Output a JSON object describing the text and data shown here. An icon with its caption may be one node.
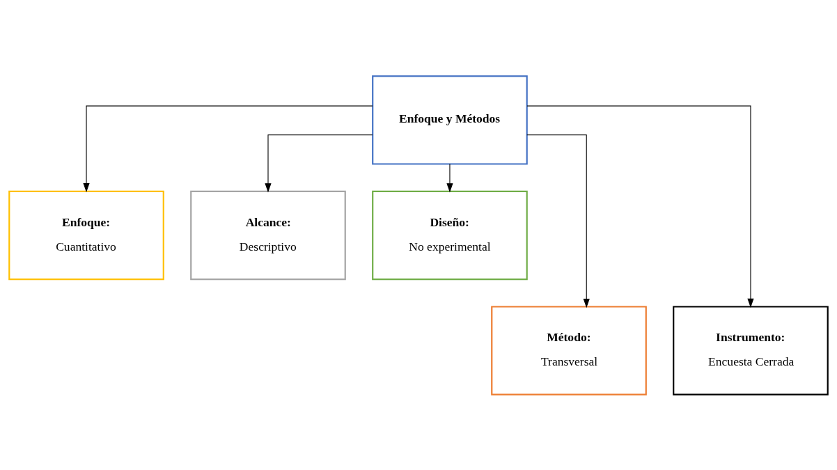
{
  "diagram": {
    "nodes": [
      {
        "text": [
          "Enfoque y Métodos"
        ]
      },
      {
        "text": [
          "Enfoque:",
          "Cuantitativo"
        ]
      },
      {
        "text": [
          "Alcance:",
          "Descriptivo"
        ]
      },
      {
        "text": [
          "Diseño:",
          "No experimental"
        ]
      },
      {
        "text": [
          "Método:",
          "Transversal"
        ]
      },
      {
        "text": [
          "Instrumento:",
          "Encuesta Cerrada"
        ]
      }
    ],
    "edges": [
      {
        "from": 0,
        "to": 1,
        "arrow": "to"
      },
      {
        "from": 0,
        "to": 4,
        "arrow": "to"
      },
      {
        "from": 0,
        "to": 2,
        "arrow": "to"
      },
      {
        "from": 0,
        "to": 5,
        "arrow": "to"
      },
      {
        "from": 0,
        "to": 3,
        "arrow": "to"
      }
    ]
  }
}
